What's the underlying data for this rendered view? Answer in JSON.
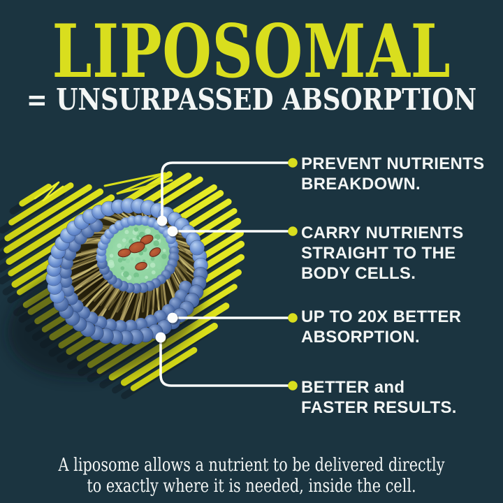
{
  "headline": "LIPOSOMAL",
  "subheadline": "= UNSURPASSED ABSORPTION",
  "callouts": [
    {
      "lines": [
        "PREVENT NUTRIENTS",
        "BREAKDOWN."
      ]
    },
    {
      "lines": [
        "CARRY NUTRIENTS",
        "STRAIGHT TO THE",
        "BODY CELLS."
      ]
    },
    {
      "lines": [
        "UP TO 20X BETTER",
        "ABSORPTION."
      ]
    },
    {
      "lines": [
        "BETTER and",
        "FASTER RESULTS."
      ]
    }
  ],
  "footer": {
    "line1": "A liposome allows a nutrient to be delivered directly",
    "line2": "to exactly where it is needed, inside the cell."
  },
  "colors": {
    "background": "#1b3440",
    "accent_yellow": "#d9de1e",
    "yellow_bright": "#e9ee2a",
    "yellow_mid": "#d9de1a",
    "yellow_deep": "#b7bd0e",
    "heart_shadow": "#152731",
    "text_white": "#f2f5f4",
    "line_white": "#fbfdfc",
    "sphere_blue_light": "#b9d2f2",
    "sphere_blue": "#5d84c8",
    "sphere_blue_dark": "#27407c",
    "tails_light": "#c9bc74",
    "tails_mid": "#a3945a",
    "tails_dark": "#6e6234",
    "fringe": "#8d8048",
    "core_green": "#8ad19d",
    "core_green_light": "#b8e8c4",
    "particle_red": "#a6492a",
    "particle_red_dark": "#5c2413"
  }
}
